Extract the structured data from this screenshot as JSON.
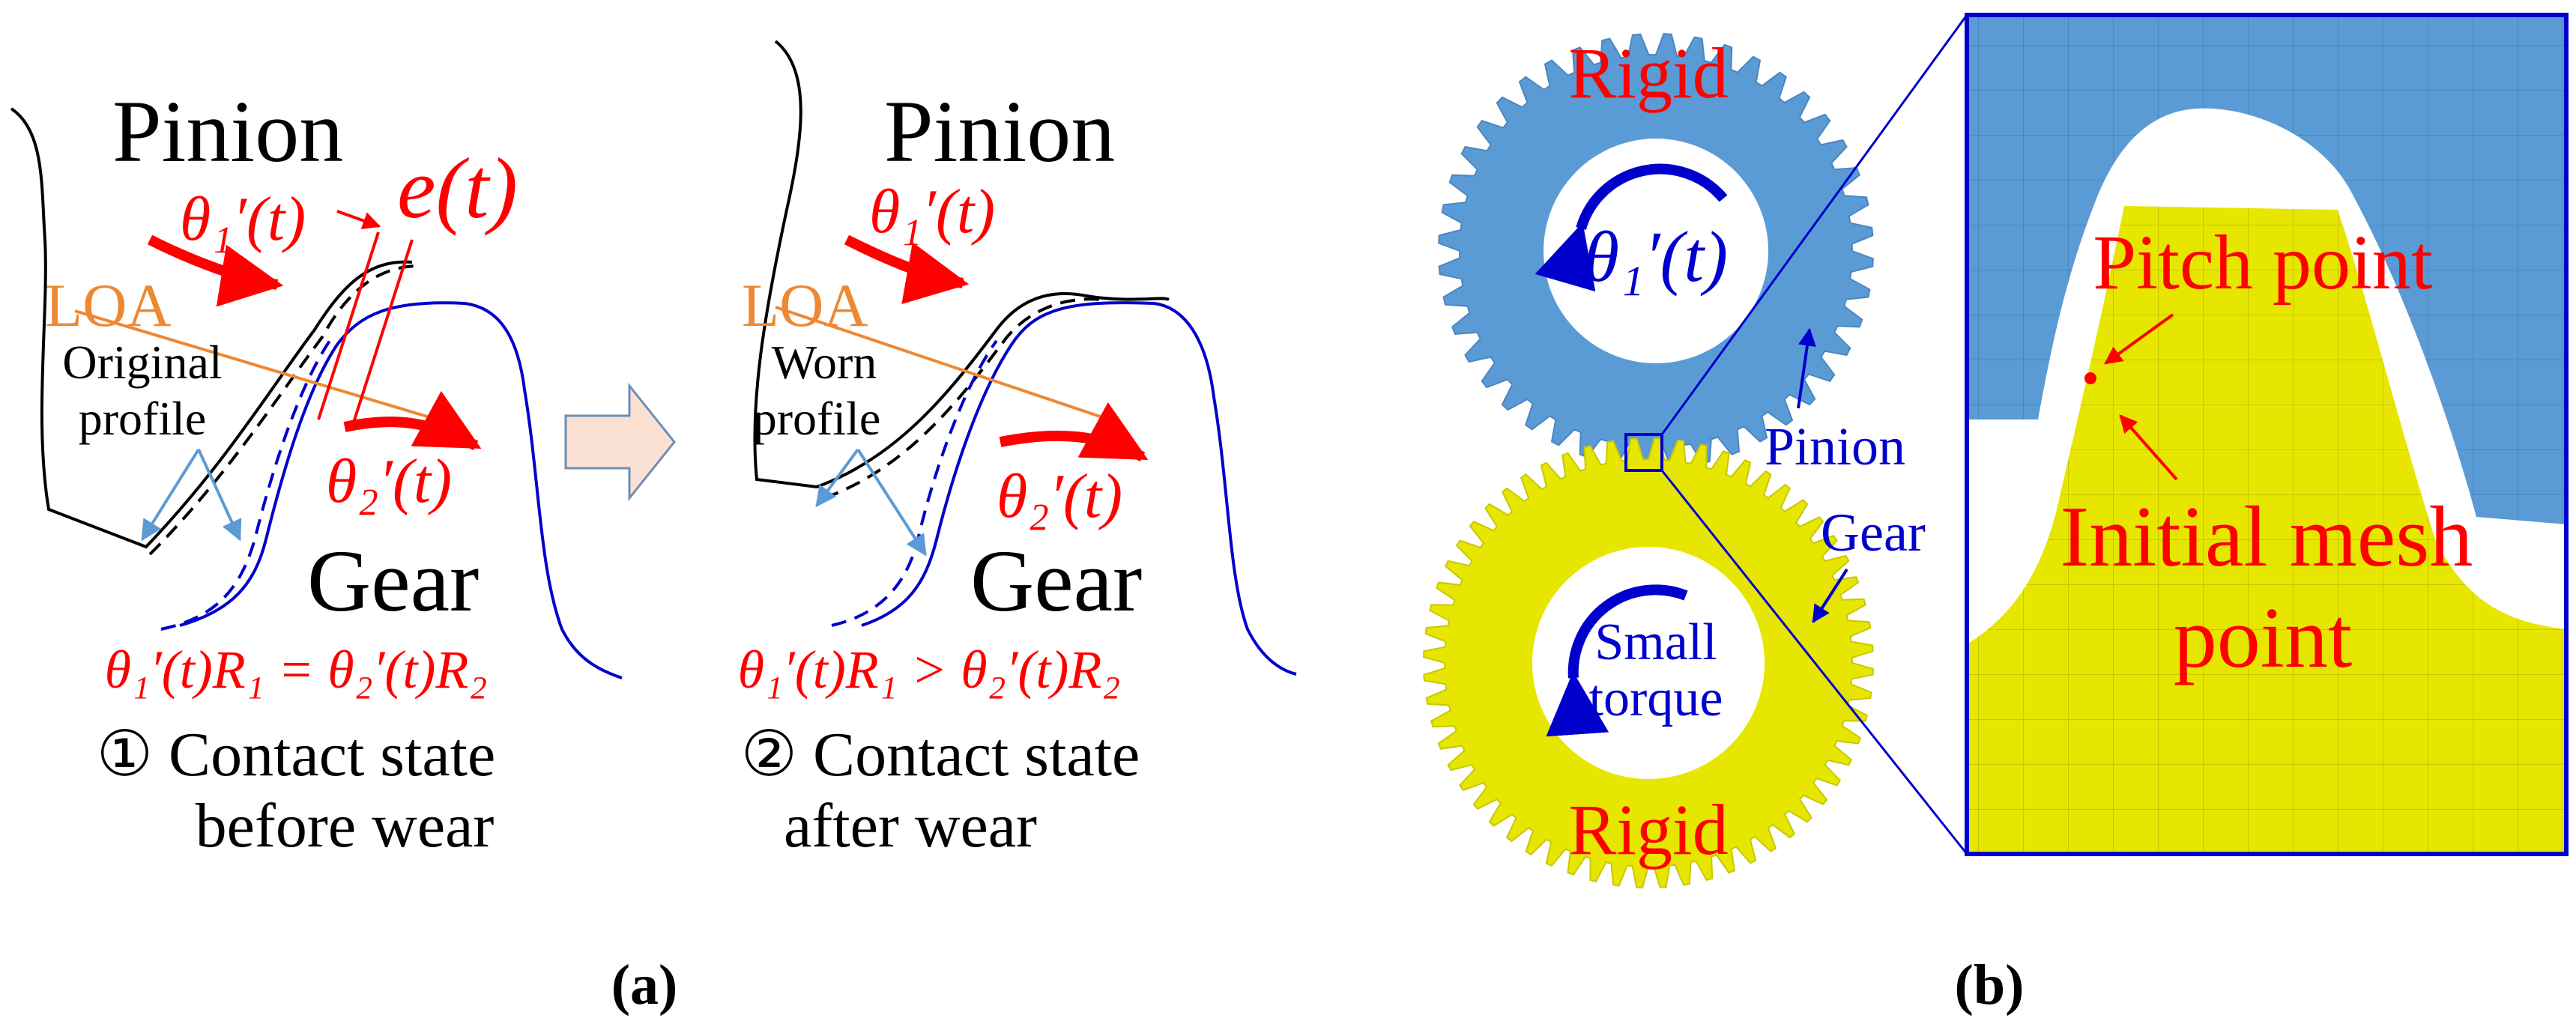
{
  "panel_a": {
    "stage1": {
      "pinion_label": "Pinion",
      "gear_label": "Gear",
      "theta1": "θ₁′(t)",
      "theta2": "θ₂′(t)",
      "error": "e(t)",
      "loa": "LOA",
      "profile_line1": "Original",
      "profile_line2": "profile",
      "equation": "θ₁′(t)R₁ = θ₂′(t)R₂",
      "caption_line1": "① Contact state",
      "caption_line2": "before wear"
    },
    "stage2": {
      "pinion_label": "Pinion",
      "gear_label": "Gear",
      "theta1": "θ₁′(t)",
      "theta2": "θ₂′(t)",
      "loa": "LOA",
      "profile_line1": "Worn",
      "profile_line2": "profile",
      "equation": "θ₁′(t)R₁ > θ₂′(t)R₂",
      "caption_line1": "② Contact state",
      "caption_line2": "after wear"
    },
    "label": "(a)"
  },
  "panel_b": {
    "pinion_top_label": "Rigid",
    "pinion_rotation": "θ₁′(t)",
    "pinion_name": "Pinion",
    "gear_name": "Gear",
    "gear_torque_line1": "Small",
    "gear_torque_line2": "torque",
    "gear_bottom_label": "Rigid",
    "zoom_pitch": "Pitch point",
    "zoom_initial_line1": "Initial mesh",
    "zoom_initial_line2": "point",
    "label": "(b)"
  },
  "colors": {
    "red": "#ff0000",
    "blue": "#0000cc",
    "orange": "#ee8833",
    "light_blue": "#5b9bd5",
    "pinion_fill": "#5b9bd5",
    "gear_fill": "#e6e600",
    "arrow_fill": "#fbe1d3"
  }
}
